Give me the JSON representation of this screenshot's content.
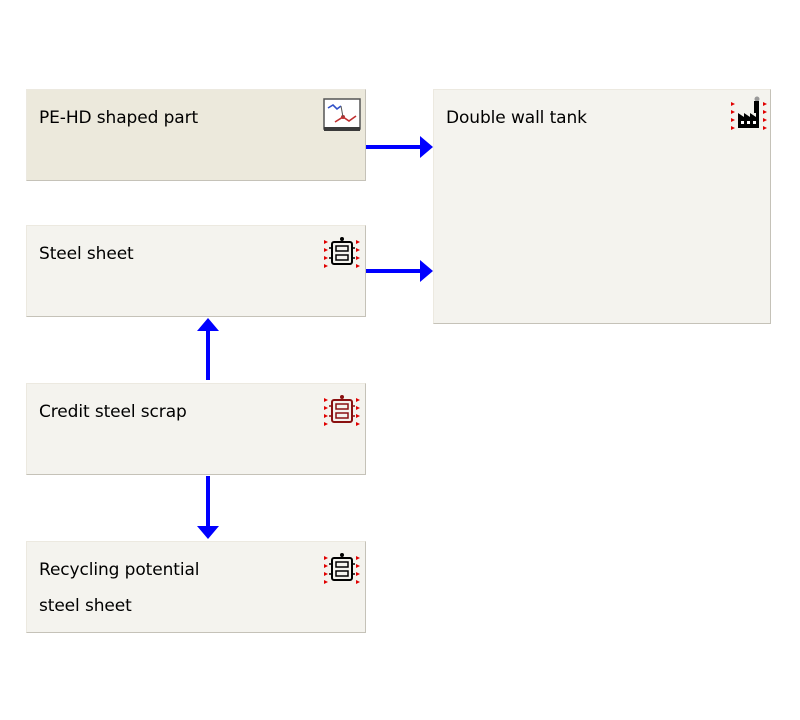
{
  "theme": {
    "arrow_color": "#0000ff",
    "node_fill_product": "#ece9dc",
    "node_fill_process": "#f4f3ee",
    "icon_marker_color": "#e00000",
    "icon_symbol_color": "#000000"
  },
  "nodes": [
    {
      "id": "pehd",
      "lines": [
        "PE-HD shaped part"
      ],
      "kind": "product",
      "icon": "product-flow-chart-icon"
    },
    {
      "id": "steel",
      "lines": [
        "Steel sheet"
      ],
      "kind": "process",
      "icon": "unit-process-icon"
    },
    {
      "id": "credit",
      "lines": [
        "Credit steel scrap"
      ],
      "kind": "process",
      "icon": "credit-process-icon"
    },
    {
      "id": "recycling",
      "lines": [
        "Recycling potential",
        "steel sheet"
      ],
      "kind": "process",
      "icon": "unit-process-icon"
    },
    {
      "id": "tank",
      "lines": [
        "Double wall tank"
      ],
      "kind": "process",
      "icon": "factory-icon"
    }
  ],
  "edges": [
    {
      "from": "pehd",
      "to": "tank",
      "direction": "right"
    },
    {
      "from": "steel",
      "to": "tank",
      "direction": "right"
    },
    {
      "from": "credit",
      "to": "steel",
      "direction": "up"
    },
    {
      "from": "credit",
      "to": "recycling",
      "direction": "down"
    }
  ]
}
